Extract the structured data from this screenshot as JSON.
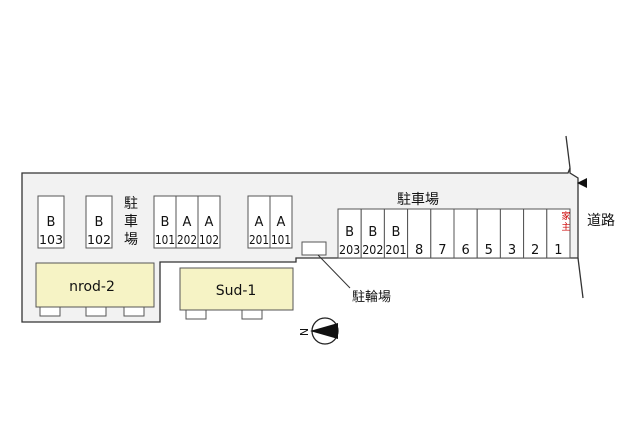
{
  "labels": {
    "parking_left": "駐車場",
    "parking_right": "駐車場",
    "bicycle_parking": "駐輪場",
    "road": "道路",
    "owner": "家主",
    "compass": "N"
  },
  "buildings": [
    {
      "name": "nrod-2"
    },
    {
      "name": "Sud-1"
    }
  ],
  "parking_groups": [
    [
      {
        "top": "B",
        "bottom": "103"
      },
      {
        "top": "B",
        "bottom": "102"
      }
    ],
    [
      {
        "top": "B",
        "bottom": "101"
      },
      {
        "top": "A",
        "bottom": "202"
      },
      {
        "top": "A",
        "bottom": "102"
      }
    ],
    [
      {
        "top": "A",
        "bottom": "201"
      },
      {
        "top": "A",
        "bottom": "101"
      }
    ],
    [
      {
        "top": "B",
        "bottom": "203"
      },
      {
        "top": "B",
        "bottom": "202"
      },
      {
        "top": "B",
        "bottom": "201"
      },
      {
        "top": "",
        "bottom": "8"
      },
      {
        "top": "",
        "bottom": "7"
      },
      {
        "top": "",
        "bottom": "6"
      },
      {
        "top": "",
        "bottom": "5"
      },
      {
        "top": "",
        "bottom": "3"
      },
      {
        "top": "",
        "bottom": "2"
      },
      {
        "top": "",
        "bottom": "1"
      }
    ]
  ],
  "colors": {
    "owner_text": "#cc0000",
    "building_fill": "#f6f3c5"
  }
}
